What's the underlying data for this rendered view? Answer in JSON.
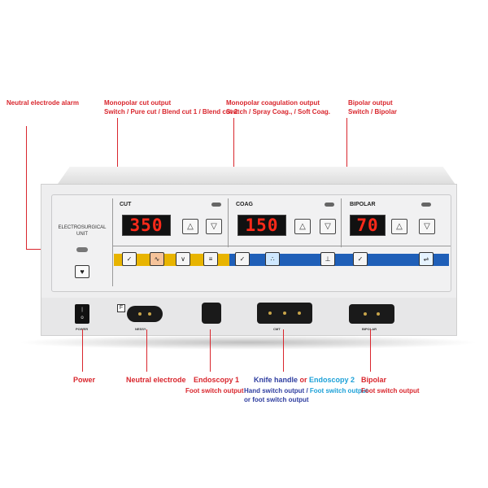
{
  "labels": {
    "neutral_alarm": "Neutral electrode alarm",
    "cut_title": "Monopolar cut output",
    "cut_sub": "Switch / Pure cut / Blend cut 1 / Blend cut 2",
    "coag_title": "Monopolar coagulation output",
    "coag_sub": "Switch / Spray Coag., / Soft Coag.",
    "bipolar_title": "Bipolar output",
    "bipolar_sub": "Switch / Bipolar",
    "power": "Power",
    "neutral_electrode": "Neutral electrode",
    "endo1_title": "Endoscopy 1",
    "endo1_sub": "Foot switch output",
    "knife_a": "Knife handle",
    "knife_or": " or ",
    "knife_b": "Endoscopy 2",
    "knife_sub1a": "Hand switch output",
    "knife_sub1b": " / ",
    "knife_sub1c": "Foot switch output",
    "knife_sub2": "or foot switch output",
    "bip_title": "Bipolar",
    "bip_sub": "Foot switch output"
  },
  "device": {
    "name_line1": "ELECTROSURGICAL",
    "name_line2": "UNIT",
    "sections": {
      "cut": {
        "label": "CUT",
        "value": "350"
      },
      "coag": {
        "label": "COAG",
        "value": "150"
      },
      "bipolar": {
        "label": "BIPOLAR",
        "value": "70"
      }
    },
    "connector_labels": {
      "power": "POWER",
      "f": "F",
      "neutral": "NESSY",
      "monopolar": "CMT",
      "bipolar": "BIPOLAR"
    }
  },
  "colors": {
    "label_red": "#d9262d",
    "label_blue": "#2f3ea0",
    "label_cyan": "#1da1d8",
    "cut_strip": "#e8b400",
    "coag_strip": "#1f5fb8",
    "display_digits": "#ff2a1a"
  },
  "icons": [
    "arrow-up-icon",
    "arrow-down-icon",
    "heart-icon",
    "hand-switch-icon",
    "pure-cut-icon",
    "blend-cut-icon",
    "blend-cut-2-icon",
    "spray-coag-icon",
    "soft-coag-icon",
    "bipolar-icon"
  ]
}
